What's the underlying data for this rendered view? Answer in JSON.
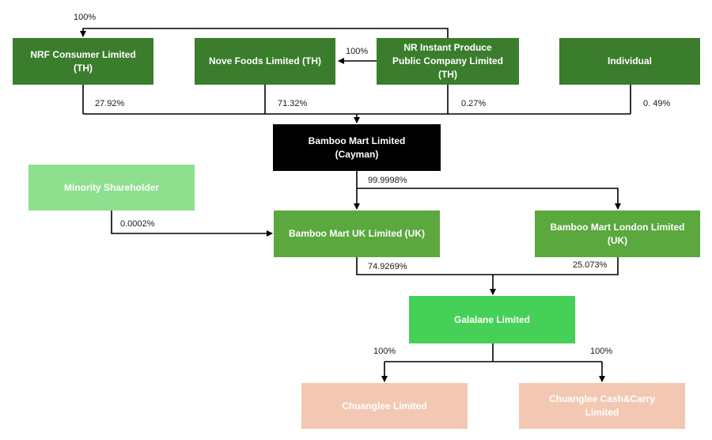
{
  "colors": {
    "dark_green": "#3a7d2c",
    "mid_green": "#5aa83e",
    "bright_green": "#46d058",
    "pale_green": "#8ee08e",
    "black": "#000000",
    "peach": "#f3c8b2"
  },
  "entities": {
    "nrf": "NRF Consumer Limited\n(TH)",
    "nove": "Nove Foods Limited (TH)",
    "nr_instant": "NR Instant Produce\nPublic Company Limited\n(TH)",
    "individual": "Individual",
    "bamboo_cayman": "Bamboo Mart Limited\n(Cayman)",
    "minority": "Minority Shareholder",
    "bamboo_uk": "Bamboo Mart UK Limited (UK)",
    "bamboo_london": "Bamboo Mart London Limited\n(UK)",
    "galalane": "Galalane Limited",
    "chuanglee": "Chuanglee Limited",
    "chuanglee_cc": "Chuanglee Cash&Carry\nLimited"
  },
  "percentages": {
    "nr_to_nrf": "100%",
    "nr_to_nove": "100%",
    "nrf_to_cayman": "27.92%",
    "nove_to_cayman": "71.32%",
    "nr_to_cayman": "0.27%",
    "individual_to_cayman": "0. 49%",
    "cayman_to_uk": "99.9998%",
    "minority_to_uk": "0.0002%",
    "uk_to_galalane": "74.9269%",
    "london_to_galalane": "25.073%",
    "galalane_to_chuanglee": "100%",
    "galalane_to_chuanglee_cc": "100%"
  }
}
